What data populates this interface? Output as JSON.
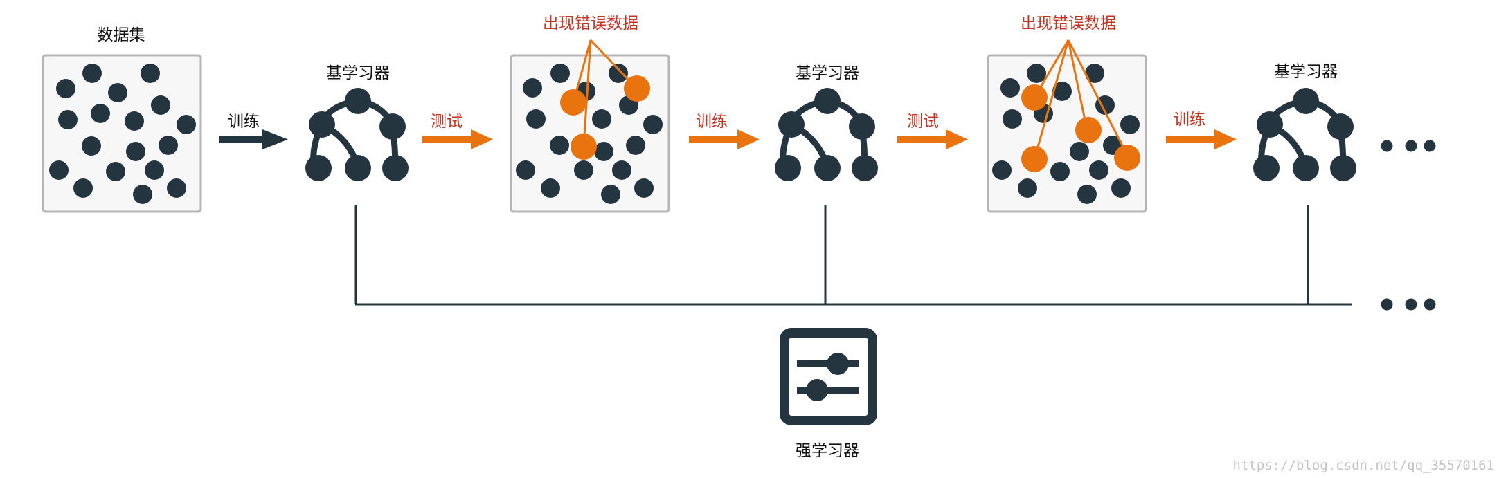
{
  "labels": {
    "dataset": "数据集",
    "base_learner": "基学习器",
    "strong_learner": "强学习器",
    "train": "训练",
    "test": "测试",
    "error_data": "出现错误数据",
    "watermark": "https://blog.csdn.net/qq_35570161"
  },
  "colors": {
    "dark": "#253540",
    "accent": "#e9730f",
    "accent_text": "#c8321f",
    "box_border": "#b5b5b5",
    "box_fill": "#f7f7f7"
  },
  "icons": {
    "base_learner": "tree-network-icon",
    "strong_learner": "sliders-icon",
    "continuation": "ellipsis-icon"
  }
}
